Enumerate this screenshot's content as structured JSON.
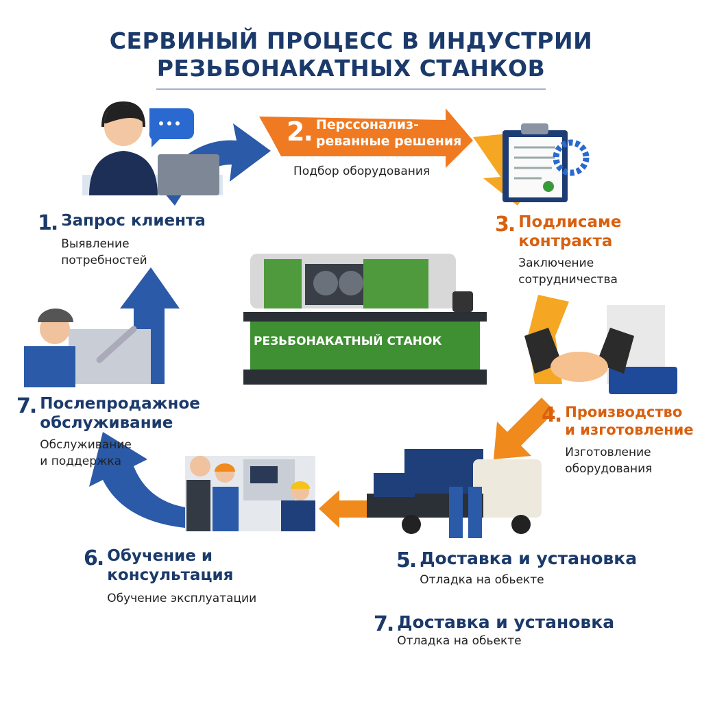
{
  "title": {
    "line1": "СЕРВИНЫЙ ПРОЦЕСС В ИНДУСТРИИ",
    "line2": "РЕЗЬБОНАКАТНЫХ СТАНКОВ"
  },
  "colors": {
    "blue": "#1b3a6b",
    "orange": "#d9600f",
    "arrow_blue": "#2a5aa8",
    "arrow_orange": "#f08a1c",
    "machine_green": "#4f9a3c"
  },
  "center": {
    "machine_label": "РЕЗЬБОНАКАТНЫЙ СТАНОК"
  },
  "steps": [
    {
      "num": "1.",
      "title": [
        "Запрос клиента"
      ],
      "desc": [
        "Выявление",
        "потребностей"
      ]
    },
    {
      "num": "2.",
      "title": [
        "Перссонализ-",
        "реванные решения"
      ],
      "desc": [
        "Подбор оборудования"
      ]
    },
    {
      "num": "3.",
      "title": [
        "Подлисаме",
        "контракта"
      ],
      "desc": [
        "Заключение",
        "сотрудничества"
      ]
    },
    {
      "num": "4.",
      "title": [
        "Производство",
        "и изготовление"
      ],
      "desc": [
        "Изготовление",
        "оборудования"
      ]
    },
    {
      "num": "5.",
      "title": [
        "Доставка и установка"
      ],
      "desc": [
        "Отладка на обьекте"
      ]
    },
    {
      "num": "6.",
      "title": [
        "Обучение и",
        "консультация"
      ],
      "desc": [
        "Обучение эксплуатации"
      ]
    },
    {
      "num": "7.",
      "title": [
        "Послепродажное",
        "обслуживание"
      ],
      "desc": [
        "Обслуживание",
        "и поддержка"
      ]
    },
    {
      "num": "7.",
      "title": [
        "Доставка и установка"
      ],
      "desc": [
        "Отладка на обьекте"
      ]
    }
  ],
  "icons": [
    "headset-operator-icon",
    "chat-bubble-icon",
    "laptop-icon",
    "clipboard-contract-icon",
    "gear-icon",
    "handshake-icon",
    "printer-icon",
    "truck-icon",
    "workers-icon",
    "training-panel-icon",
    "wrench-icon",
    "thread-rolling-machine-icon"
  ]
}
